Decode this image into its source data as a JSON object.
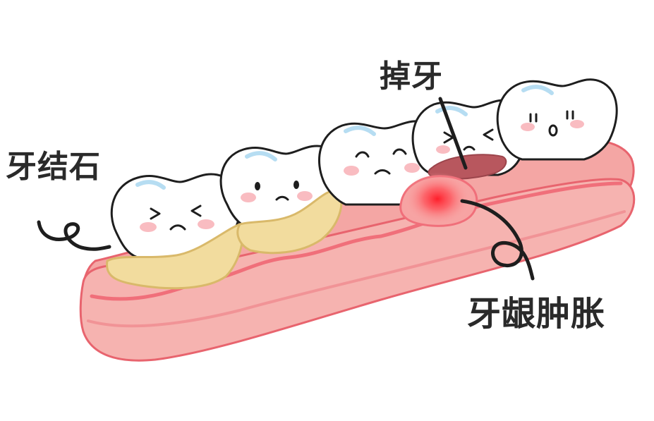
{
  "labels": {
    "tartar": "牙结石",
    "tooth_loss": "掉牙",
    "gum_swelling": "牙龈肿胀"
  },
  "colors": {
    "gum_outer": "#f4a6a4",
    "gum_inner": "#f06f7a",
    "gum_outline": "#e8646e",
    "tooth_fill": "#ffffff",
    "tooth_outline": "#1e1e1e",
    "tooth_shade": "#b6ddf2",
    "tartar_fill": "#f2dc9e",
    "tartar_outline": "#d9b96a",
    "blush": "#f7a0a6",
    "inflammation": "#ff1e2a",
    "socket": "#b8575e",
    "line": "#1e1e1e"
  },
  "teeth_faces": [
    "squint-pain",
    "worried",
    "sad",
    "squint-pain-gap",
    "shocked"
  ]
}
